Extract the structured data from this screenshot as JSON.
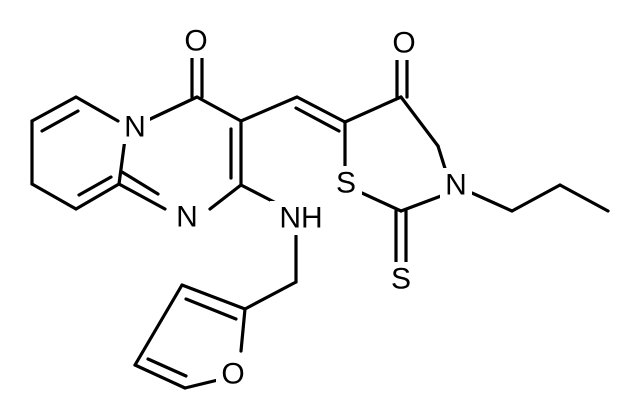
{
  "atoms": {
    "o_top_left": "O",
    "o_top_right": "O",
    "n_ring": "N",
    "n_lower": "N",
    "nh": "NH",
    "s_ring": "S",
    "n_right": "N",
    "s_thione": "S",
    "o_furan": "O"
  }
}
